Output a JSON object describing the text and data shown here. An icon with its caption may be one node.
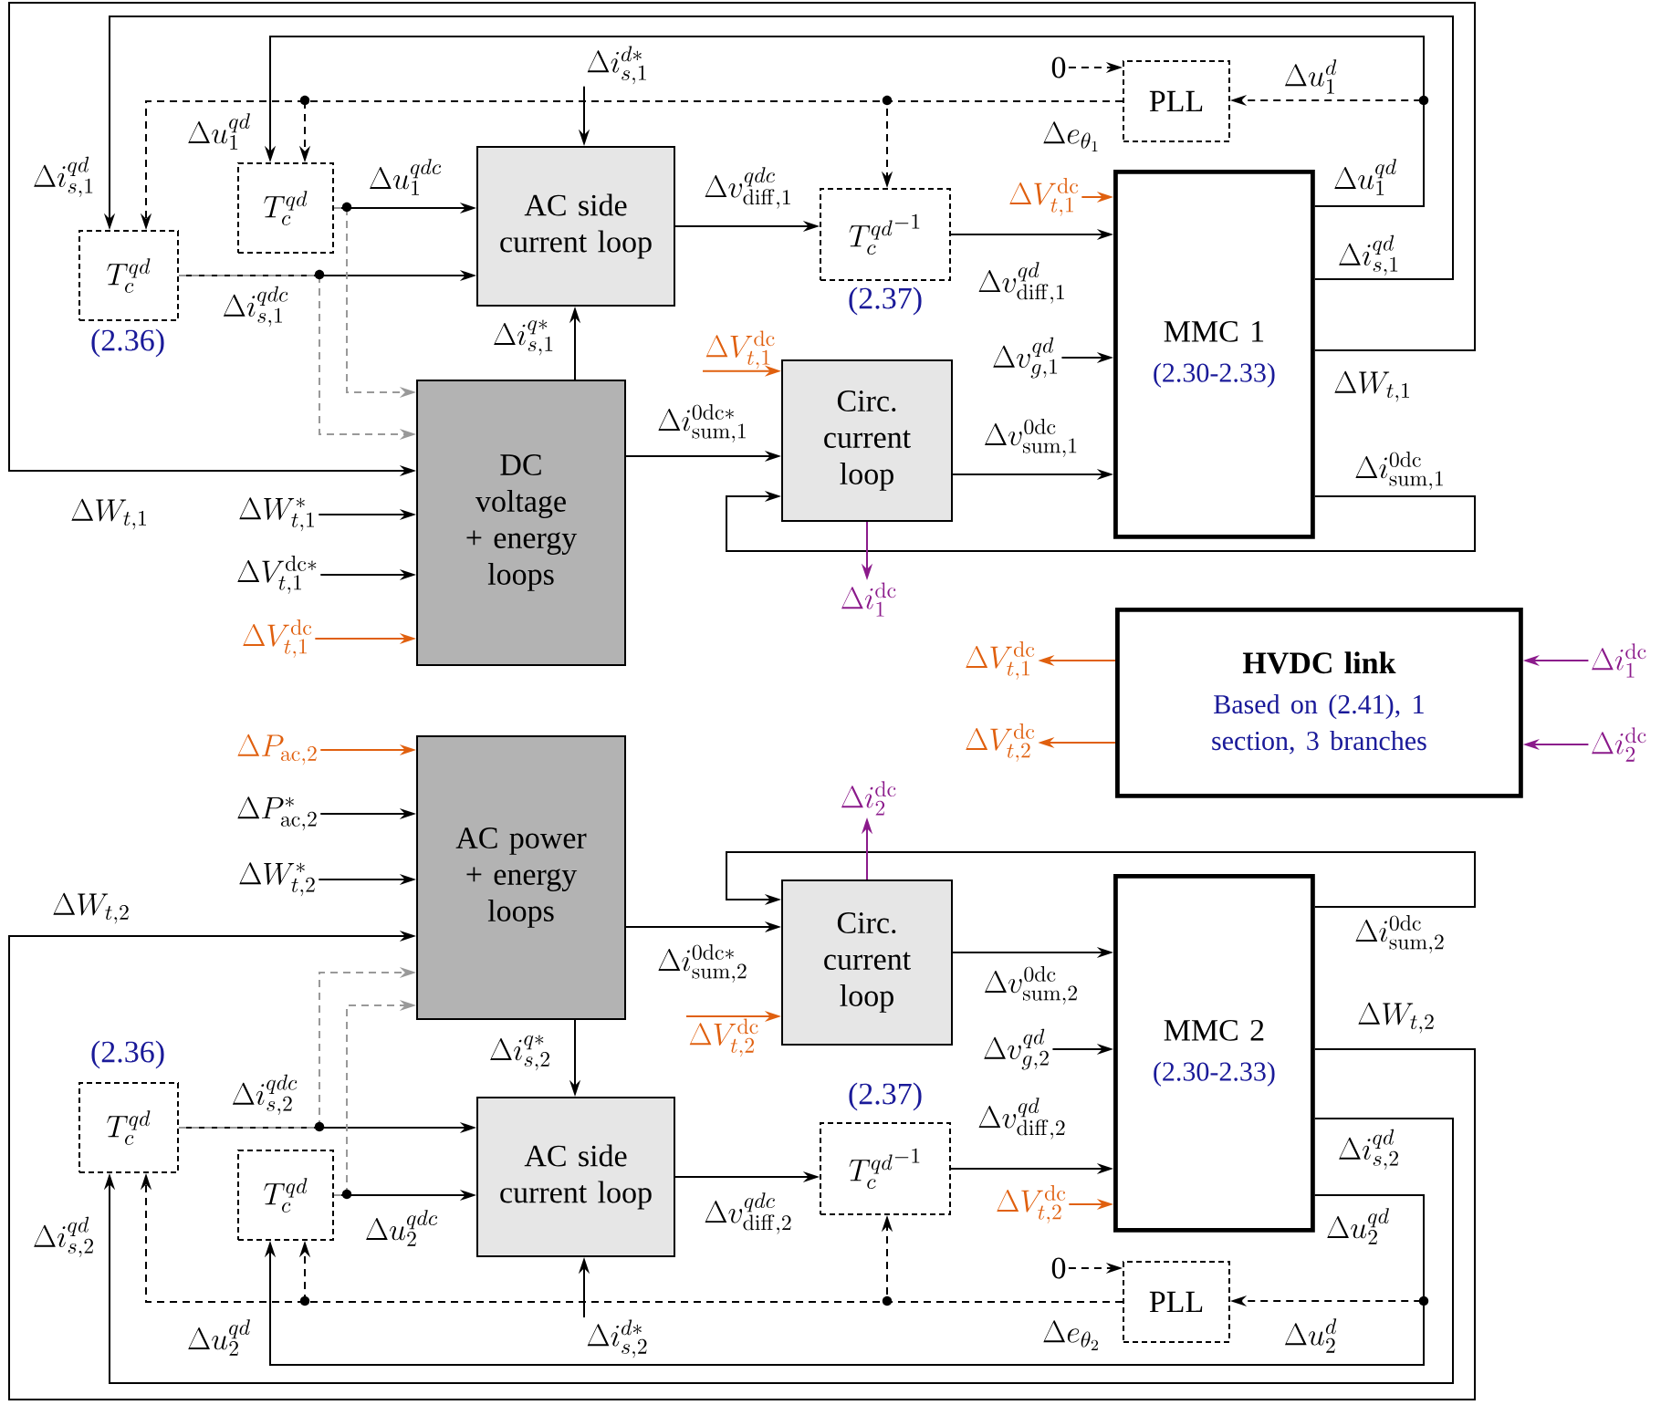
{
  "diagram": {
    "nodes": [
      {
        "text": [
          "\\Delta i_{s,1}^{d*}"
        ]
      },
      {
        "text": [
          "T_c^{qd}"
        ],
        "beside": [
          "(2.36)"
        ]
      },
      {
        "text": [
          "T_c^{qd}"
        ]
      },
      {
        "text": [
          "AC side current loop"
        ]
      },
      {
        "text": [
          "{T_c^{qd}}^{-1}"
        ],
        "beside": [
          "(2.37)"
        ]
      },
      {
        "text": [
          "0"
        ]
      },
      {
        "text": [
          "PLL"
        ]
      },
      {
        "text": [
          "MMC 1",
          "(2.30-2.33)"
        ]
      },
      {
        "text": [
          "\\Delta V_{t,1}^{\\mathrm{dc}}"
        ]
      },
      {
        "text": [
          "\\Delta v_{g,1}^{qd}"
        ]
      },
      {
        "text": [
          "DC voltage + energy loops"
        ]
      },
      {
        "text": [
          "\\Delta V_{t,1}^{\\mathrm{dc}}"
        ]
      },
      {
        "text": [
          "Circ. current loop"
        ]
      },
      {
        "text": [
          "\\Delta W_{t,1}^{*}"
        ]
      },
      {
        "text": [
          "\\Delta V_{t,1}^{\\mathrm{dc}*}"
        ]
      },
      {
        "text": [
          "\\Delta V_{t,1}^{\\mathrm{dc}}"
        ]
      },
      {
        "text": [
          "\\Delta i_{1}^{\\mathrm{dc}}"
        ]
      },
      {
        "text": [
          "\\Delta V_{t,1}^{\\mathrm{dc}}"
        ]
      },
      {
        "text": [
          "\\Delta V_{t,2}^{\\mathrm{dc}}"
        ]
      },
      {
        "text": [
          "HVDC link",
          "Based on (2.41), 1 section, 3 branches"
        ]
      },
      {
        "text": [
          "\\Delta i_{1}^{\\mathrm{dc}}"
        ]
      },
      {
        "text": [
          "\\Delta i_{2}^{\\mathrm{dc}}"
        ]
      },
      {
        "text": [
          "\\Delta P_{\\mathrm{ac},2}"
        ]
      },
      {
        "text": [
          "\\Delta P_{\\mathrm{ac},2}^{*}"
        ]
      },
      {
        "text": [
          "\\Delta W_{t,2}^{*}"
        ]
      },
      {
        "text": [
          "AC power + energy loops"
        ]
      },
      {
        "text": [
          "\\Delta i_{2}^{\\mathrm{dc}}"
        ]
      },
      {
        "text": [
          "Circ. current loop"
        ]
      },
      {
        "text": [
          "\\Delta V_{t,2}^{\\mathrm{dc}}"
        ]
      },
      {
        "text": [
          "MMC 2",
          "(2.30-2.33)"
        ]
      },
      {
        "text": [
          "\\Delta v_{g,2}^{qd}"
        ]
      },
      {
        "text": [
          "T_c^{qd}"
        ],
        "beside": [
          "(2.36)"
        ]
      },
      {
        "text": [
          "T_c^{qd}"
        ]
      },
      {
        "text": [
          "AC side current loop"
        ]
      },
      {
        "text": [
          "{T_c^{qd}}^{-1}"
        ],
        "beside": [
          "(2.37)"
        ]
      },
      {
        "text": [
          "\\Delta V_{t,2}^{\\mathrm{dc}}"
        ]
      },
      {
        "text": [
          "0"
        ]
      },
      {
        "text": [
          "PLL"
        ]
      },
      {
        "text": [
          "\\Delta i_{s,2}^{d*}"
        ]
      }
    ],
    "edges": [
      {
        "from": 0,
        "to": 3,
        "arrow": "to"
      },
      {
        "from": 2,
        "to": 3,
        "arrow": "to",
        "label": "\\Delta u_1^{qdc}"
      },
      {
        "from": 1,
        "to": 3,
        "arrow": "to",
        "label": "\\Delta i_{s,1}^{qdc}"
      },
      {
        "from": 2,
        "to": 10,
        "arrow": "to",
        "style": "dashed",
        "color": "#999999"
      },
      {
        "from": 1,
        "to": 10,
        "arrow": "to",
        "style": "dashed",
        "color": "#999999"
      },
      {
        "from": 3,
        "to": 4,
        "arrow": "to",
        "label": "\\Delta v_{\\mathrm{diff},1}^{qdc}"
      },
      {
        "from": 4,
        "to": 7,
        "arrow": "to",
        "label": "\\Delta v_{\\mathrm{diff},1}^{qd}"
      },
      {
        "from": 5,
        "to": 6,
        "arrow": "to",
        "style": "dashed"
      },
      {
        "from": 8,
        "to": 7,
        "arrow": "to",
        "color": "#e0600f"
      },
      {
        "from": 9,
        "to": 7,
        "arrow": "to"
      },
      {
        "from": 12,
        "to": 7,
        "arrow": "to",
        "label": "\\Delta v_{\\mathrm{sum},1}^{\\mathrm{0dc}}"
      },
      {
        "from": 7,
        "to": 2,
        "arrow": "to",
        "label": "\\Delta u_1^{qd}"
      },
      {
        "from": 7,
        "to": 6,
        "arrow": "to",
        "style": "dashed",
        "label": "\\Delta u_1^{d}"
      },
      {
        "from": 7,
        "to": 1,
        "arrow": "to",
        "label": "\\Delta i_{s,1}^{qd}"
      },
      {
        "from": 7,
        "to": 10,
        "arrow": "to",
        "label": "\\Delta W_{t,1}"
      },
      {
        "from": 7,
        "to": 12,
        "arrow": "to",
        "label": "\\Delta i_{\\mathrm{sum},1}^{\\mathrm{0dc}}"
      },
      {
        "from": 6,
        "to": 1,
        "arrow": "to",
        "style": "dashed",
        "label": "\\Delta e_{\\theta_1}"
      },
      {
        "from": 6,
        "to": 2,
        "arrow": "to",
        "style": "dashed"
      },
      {
        "from": 6,
        "to": 4,
        "arrow": "to",
        "style": "dashed"
      },
      {
        "from": 10,
        "to": 3,
        "arrow": "to",
        "label": "\\Delta i_{s,1}^{q*}"
      },
      {
        "from": 10,
        "to": 12,
        "arrow": "to",
        "label": "\\Delta i_{\\mathrm{sum},1}^{\\mathrm{0dc}*}"
      },
      {
        "from": 11,
        "to": 12,
        "arrow": "to",
        "color": "#e0600f"
      },
      {
        "from": 12,
        "to": 16,
        "arrow": "to",
        "color": "#8b1a8b"
      },
      {
        "from": 13,
        "to": 10,
        "arrow": "to"
      },
      {
        "from": 14,
        "to": 10,
        "arrow": "to"
      },
      {
        "from": 15,
        "to": 10,
        "arrow": "to",
        "color": "#e0600f"
      },
      {
        "from": 19,
        "to": 17,
        "arrow": "to",
        "color": "#e0600f"
      },
      {
        "from": 19,
        "to": 18,
        "arrow": "to",
        "color": "#e0600f"
      },
      {
        "from": 20,
        "to": 19,
        "arrow": "to",
        "color": "#8b1a8b"
      },
      {
        "from": 21,
        "to": 19,
        "arrow": "to",
        "color": "#8b1a8b"
      },
      {
        "from": 22,
        "to": 25,
        "arrow": "to",
        "color": "#e0600f"
      },
      {
        "from": 23,
        "to": 25,
        "arrow": "to"
      },
      {
        "from": 24,
        "to": 25,
        "arrow": "to"
      },
      {
        "from": 29,
        "to": 25,
        "arrow": "to",
        "label": "\\Delta W_{t,2}"
      },
      {
        "from": 25,
        "to": 27,
        "arrow": "to",
        "label": "\\Delta i_{\\mathrm{sum},2}^{\\mathrm{0dc}*}"
      },
      {
        "from": 29,
        "to": 27,
        "arrow": "to",
        "label": "\\Delta i_{\\mathrm{sum},2}^{\\mathrm{0dc}}"
      },
      {
        "from": 27,
        "to": 26,
        "arrow": "to",
        "color": "#8b1a8b"
      },
      {
        "from": 28,
        "to": 27,
        "arrow": "to",
        "color": "#e0600f"
      },
      {
        "from": 27,
        "to": 29,
        "arrow": "to",
        "label": "\\Delta v_{\\mathrm{sum},2}^{\\mathrm{0dc}}"
      },
      {
        "from": 30,
        "to": 29,
        "arrow": "to"
      },
      {
        "from": 25,
        "to": 33,
        "arrow": "to",
        "label": "\\Delta i_{s,2}^{q*}"
      },
      {
        "from": 31,
        "to": 33,
        "arrow": "to",
        "label": "\\Delta i_{s,2}^{qdc}"
      },
      {
        "from": 32,
        "to": 33,
        "arrow": "to",
        "label": "\\Delta u_2^{qdc}"
      },
      {
        "from": 31,
        "to": 25,
        "arrow": "to",
        "style": "dashed",
        "color": "#999999"
      },
      {
        "from": 32,
        "to": 25,
        "arrow": "to",
        "style": "dashed",
        "color": "#999999"
      },
      {
        "from": 33,
        "to": 34,
        "arrow": "to",
        "label": "\\Delta v_{\\mathrm{diff},2}^{qdc}"
      },
      {
        "from": 34,
        "to": 29,
        "arrow": "to",
        "label": "\\Delta v_{\\mathrm{diff},2}^{qd}"
      },
      {
        "from": 35,
        "to": 29,
        "arrow": "to",
        "color": "#e0600f"
      },
      {
        "from": 36,
        "to": 37,
        "arrow": "to",
        "style": "dashed"
      },
      {
        "from": 29,
        "to": 32,
        "arrow": "to",
        "label": "\\Delta u_2^{qd}"
      },
      {
        "from": 29,
        "to": 37,
        "arrow": "to",
        "style": "dashed",
        "label": "\\Delta u_2^{d}"
      },
      {
        "from": 29,
        "to": 31,
        "arrow": "to",
        "label": "\\Delta i_{s,2}^{qd}"
      },
      {
        "from": 37,
        "to": 31,
        "arrow": "to",
        "style": "dashed",
        "label": "\\Delta e_{\\theta_2}"
      },
      {
        "from": 37,
        "to": 32,
        "arrow": "to",
        "style": "dashed"
      },
      {
        "from": 37,
        "to": 34,
        "arrow": "to",
        "style": "dashed"
      },
      {
        "from": 38,
        "to": 33,
        "arrow": "to"
      }
    ],
    "labels": [
      "\\Delta u_1^{qd}",
      "\\Delta i_{s,1}^{qd}",
      "\\Delta W_{t,1}",
      "\\Delta W_{t,2}",
      "\\Delta i_{s,2}^{qd}",
      "\\Delta u_2^{qd}"
    ]
  }
}
